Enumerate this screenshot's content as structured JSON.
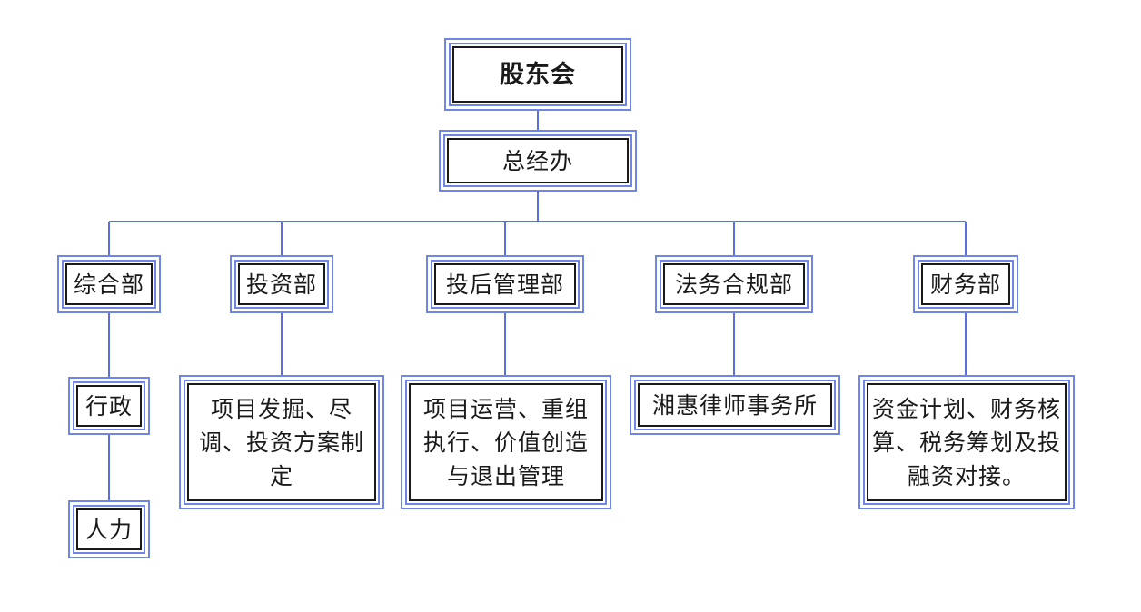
{
  "diagram": {
    "root": "股东会",
    "office": "总经办",
    "departments": [
      {
        "name": "综合部",
        "children": [
          "行政",
          "人力"
        ]
      },
      {
        "name": "投资部",
        "children": [
          "项目发掘、尽调、投资方案制定"
        ]
      },
      {
        "name": "投后管理部",
        "children": [
          "项目运营、重组执行、价值创造与退出管理"
        ]
      },
      {
        "name": "法务合规部",
        "children": [
          "湘惠律师事务所"
        ]
      },
      {
        "name": "财务部",
        "children": [
          "资金计划、财务核算、税务筹划及投融资对接。"
        ]
      }
    ]
  },
  "colors": {
    "line": "#5b6fe0",
    "border_outer": "#6f86e6",
    "border_inner": "#1a1a1a"
  }
}
